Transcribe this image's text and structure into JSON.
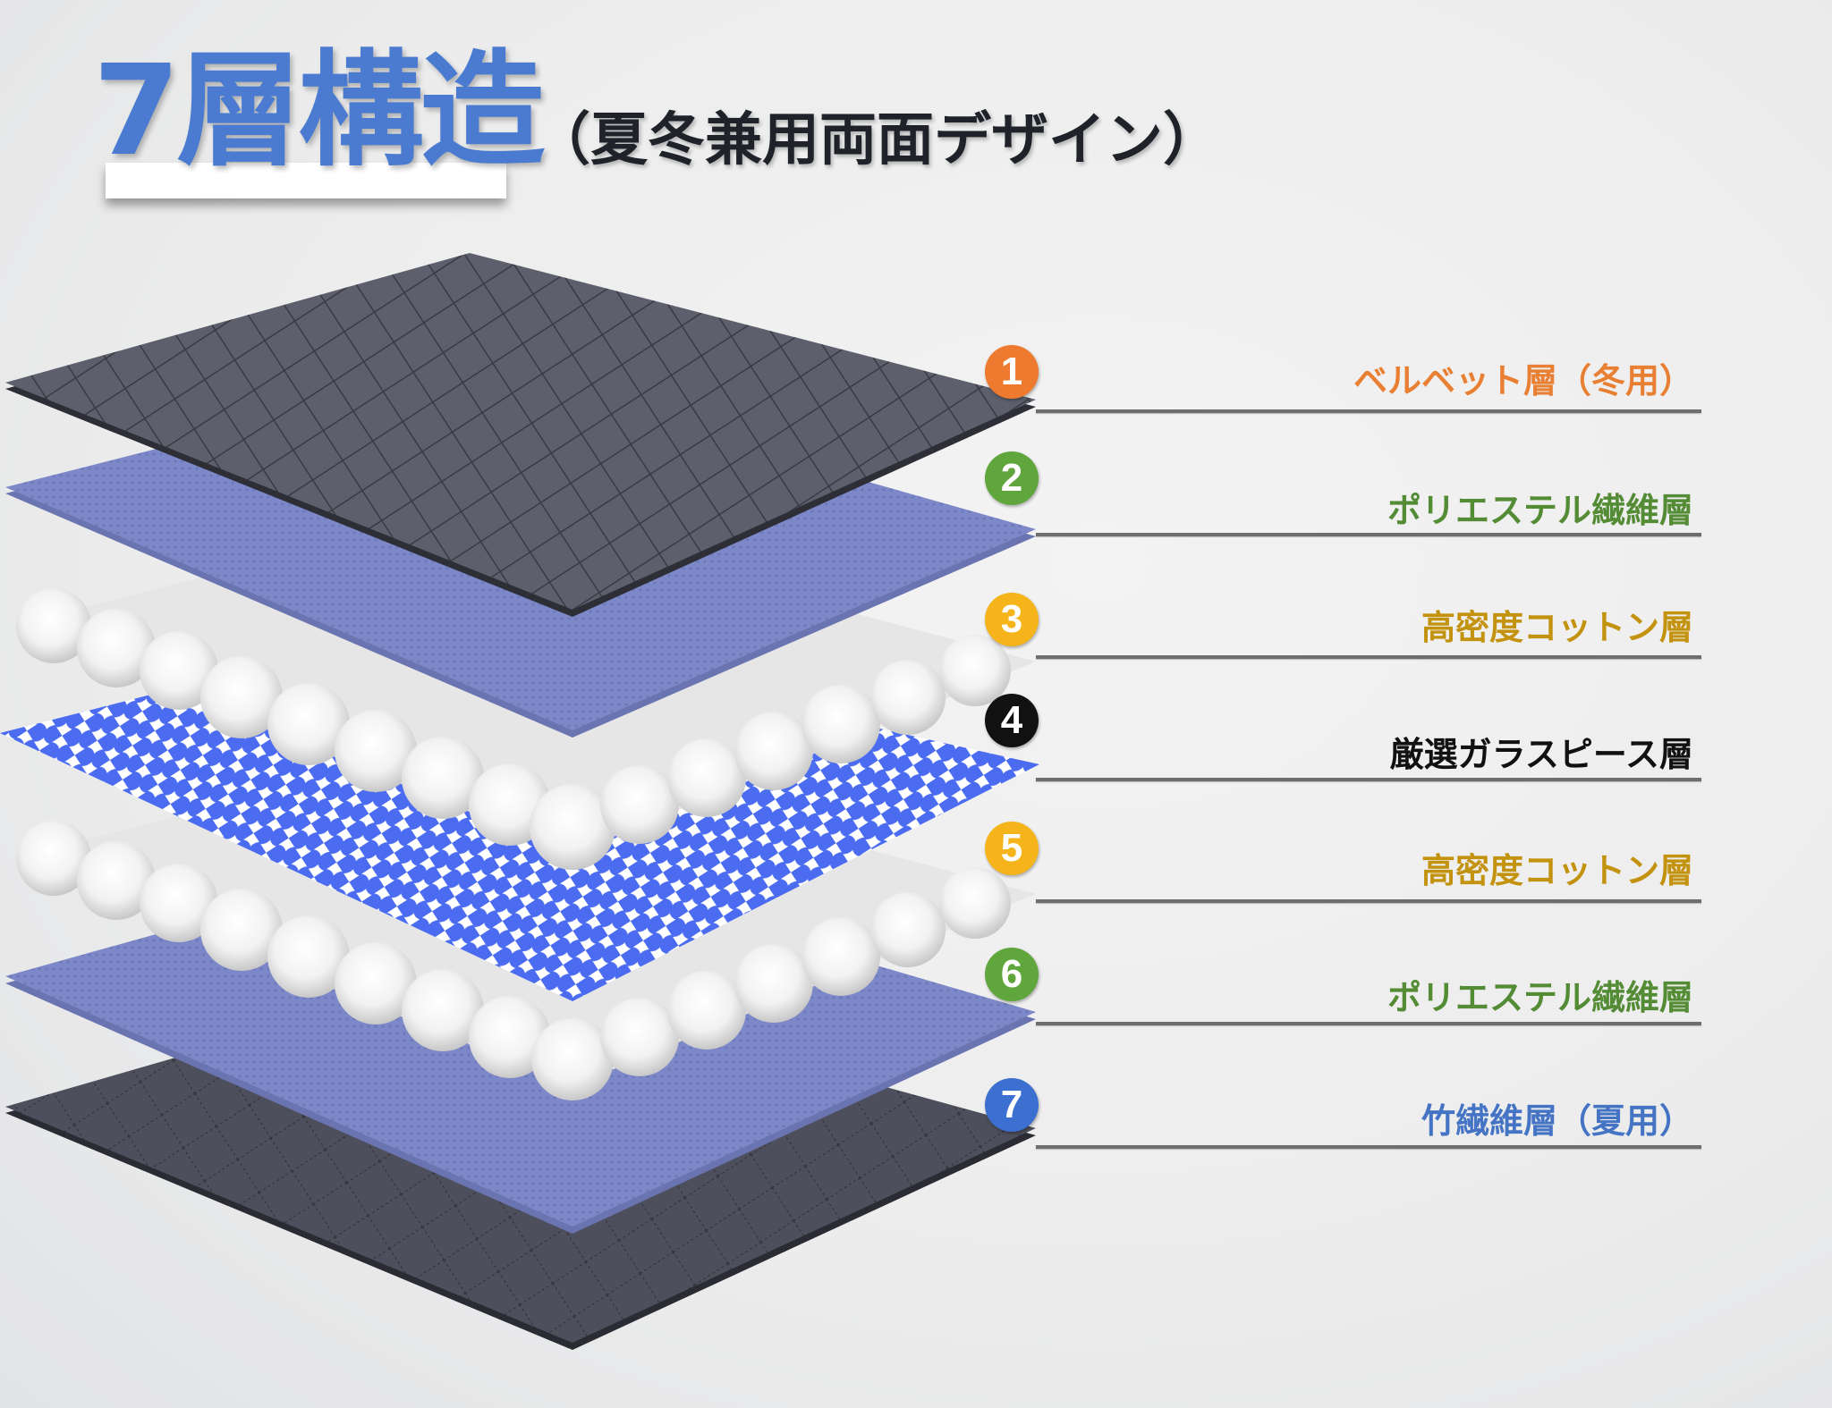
{
  "header": {
    "title": "7層構造",
    "subtitle": "（夏冬兼用両面デザイン）",
    "title_color": "#4a7bd0",
    "subtitle_color": "#1f2329"
  },
  "layers": [
    {
      "number": "1",
      "label": "ベルベット層（冬用）",
      "badge_color": "#ee7a2f",
      "label_color": "#e97f33",
      "material": "velvet"
    },
    {
      "number": "2",
      "label": "ポリエステル繊維層",
      "badge_color": "#5fa63d",
      "label_color": "#548b35",
      "material": "polyester"
    },
    {
      "number": "3",
      "label": "高密度コットン層",
      "badge_color": "#f4b41a",
      "label_color": "#c3920f",
      "material": "cotton"
    },
    {
      "number": "4",
      "label": "厳選ガラスピース層",
      "badge_color": "#111111",
      "label_color": "#111111",
      "material": "glass-beads"
    },
    {
      "number": "5",
      "label": "高密度コットン層",
      "badge_color": "#f4b41a",
      "label_color": "#c3920f",
      "material": "cotton"
    },
    {
      "number": "6",
      "label": "ポリエステル繊維層",
      "badge_color": "#5fa63d",
      "label_color": "#548b35",
      "material": "polyester"
    },
    {
      "number": "7",
      "label": "竹繊維層（夏用）",
      "badge_color": "#3b6fd0",
      "label_color": "#4674c4",
      "material": "bamboo"
    }
  ]
}
